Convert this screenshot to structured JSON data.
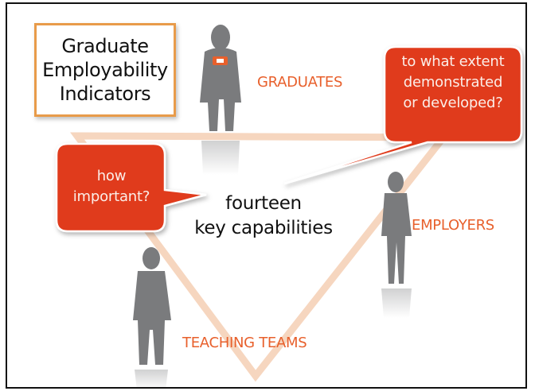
{
  "title": {
    "line1": "Graduate",
    "line2": "Employability",
    "line3": "Indicators"
  },
  "stakeholders": {
    "graduates": "GRADUATES",
    "employers": "EMPLOYERS",
    "teaching_teams": "TEACHING TEAMS"
  },
  "center": {
    "line1": "fourteen",
    "line2": "key capabilities"
  },
  "bubble_right": {
    "line1": "to what extent",
    "line2": "demonstrated",
    "line3": "or developed?"
  },
  "bubble_left": {
    "line1": "how",
    "line2": "important?"
  },
  "colors": {
    "accent_orange": "#e8602c",
    "bubble_red": "#e03a1c",
    "triangle_peach": "#f6d6bf",
    "silhouette_gray": "#7a7b7d",
    "title_border": "#e89b4a"
  }
}
